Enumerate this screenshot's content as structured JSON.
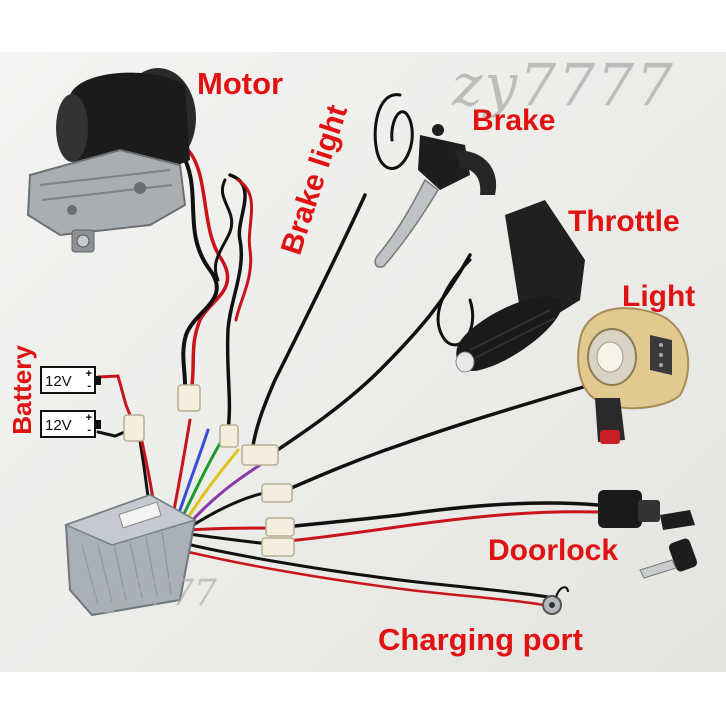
{
  "labels": {
    "motor": "Motor",
    "brake_light": "Brake light",
    "brake": "Brake",
    "throttle": "Throttle",
    "light": "Light",
    "battery": "Battery",
    "doorlock": "Doorlock",
    "charging_port": "Charging port"
  },
  "battery_cells": [
    {
      "voltage": "12V",
      "plus": "+",
      "minus": "-"
    },
    {
      "voltage": "12V",
      "plus": "+",
      "minus": "-"
    }
  ],
  "watermarks": {
    "top": "zy7777",
    "bottom": "zy7777"
  },
  "colors": {
    "label_red": "#e01212",
    "controller_silver": "#a9b0b8",
    "motor_black": "#1b1b1b",
    "light_beige": "#e2c98f",
    "wire_red": "#c8141a",
    "wire_black": "#111111"
  }
}
